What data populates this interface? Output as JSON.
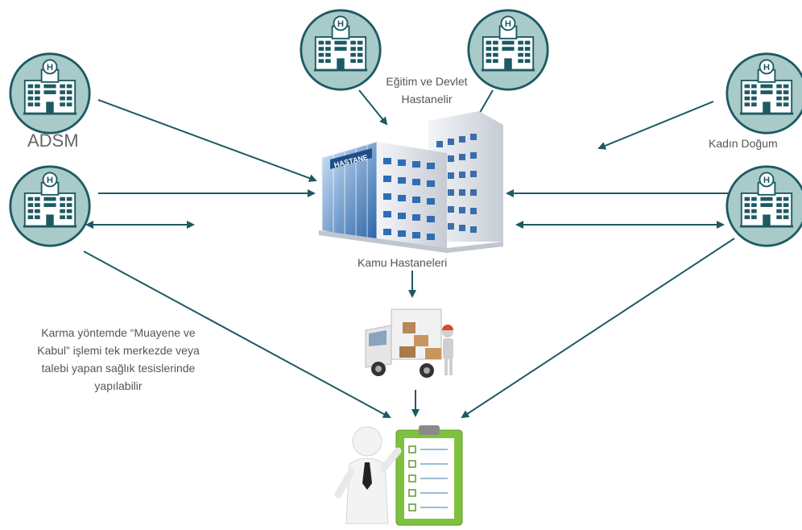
{
  "labels": {
    "adsm": "ADSM",
    "egitim_line1": "Eğitim ve Devlet",
    "egitim_line2": "Hastanelir",
    "kadin_dogum": "Kadın Doğum",
    "kamu_hastaneleri": "Kamu Hastaneleri",
    "building_sign": "HASTANE",
    "note_line1": "Karma yöntemde “Muayene ve",
    "note_line2": "Kabul” işlemi tek merkezde veya",
    "note_line3": "talebi yapan sağlık tesislerinde",
    "note_line4": "yapılabilir"
  },
  "icons": {
    "hospital_circle": "hospital-icon",
    "main_building": "hospital-building-icon",
    "truck": "delivery-truck-icon",
    "inspector": "checklist-person-icon"
  },
  "colors": {
    "circle_fill": "#a8cbc9",
    "circle_stroke": "#1d5a63",
    "arrow": "#1d5a63",
    "building_blue": "#2f6db5",
    "clipboard_green": "#7ec13f",
    "text": "#555555"
  }
}
